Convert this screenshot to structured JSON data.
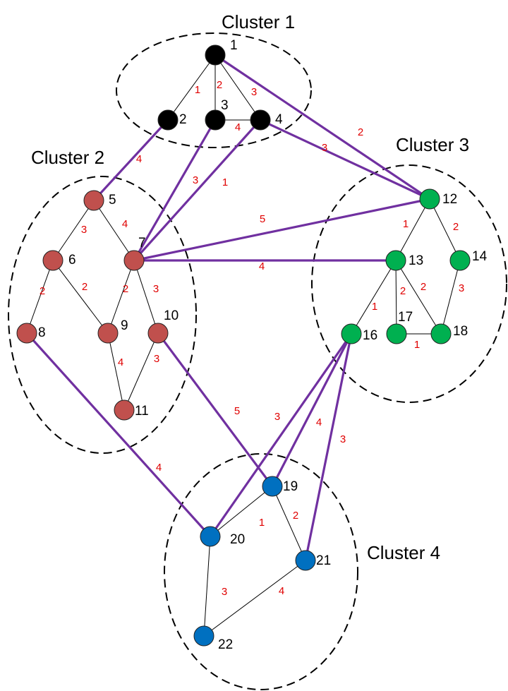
{
  "colors": {
    "cluster_1": "#000000",
    "cluster_2": "#C0504D",
    "cluster_3": "#00B050",
    "cluster_4": "#0070C0",
    "inter_cluster_edge": "#7030A0",
    "weight_label": "#E00000"
  },
  "clusters": [
    {
      "label": "Cluster 1",
      "color": "#000000"
    },
    {
      "label": "Cluster 2",
      "color": "#C0504D"
    },
    {
      "label": "Cluster 3",
      "color": "#00B050"
    },
    {
      "label": "Cluster 4",
      "color": "#0070C0"
    }
  ],
  "nodes": [
    {
      "label": "1",
      "cluster": 1
    },
    {
      "label": "2",
      "cluster": 1
    },
    {
      "label": "3",
      "cluster": 1
    },
    {
      "label": "4",
      "cluster": 1
    },
    {
      "label": "5",
      "cluster": 2
    },
    {
      "label": "6",
      "cluster": 2
    },
    {
      "label": "7",
      "cluster": 2
    },
    {
      "label": "8",
      "cluster": 2
    },
    {
      "label": "9",
      "cluster": 2
    },
    {
      "label": "10",
      "cluster": 2
    },
    {
      "label": "11",
      "cluster": 2
    },
    {
      "label": "12",
      "cluster": 3
    },
    {
      "label": "13",
      "cluster": 3
    },
    {
      "label": "14",
      "cluster": 3
    },
    {
      "label": "16",
      "cluster": 3
    },
    {
      "label": "17",
      "cluster": 3
    },
    {
      "label": "18",
      "cluster": 3
    },
    {
      "label": "19",
      "cluster": 4
    },
    {
      "label": "20",
      "cluster": 4
    },
    {
      "label": "21",
      "cluster": 4
    },
    {
      "label": "22",
      "cluster": 4
    }
  ],
  "edges": {
    "intra": [
      {
        "from": "1",
        "to": "2",
        "weight": "1"
      },
      {
        "from": "1",
        "to": "3",
        "weight": "2"
      },
      {
        "from": "1",
        "to": "4",
        "weight": "3"
      },
      {
        "from": "3",
        "to": "4",
        "weight": "4"
      },
      {
        "from": "5",
        "to": "6",
        "weight": "3"
      },
      {
        "from": "5",
        "to": "7",
        "weight": "4"
      },
      {
        "from": "6",
        "to": "8",
        "weight": "2"
      },
      {
        "from": "6",
        "to": "9",
        "weight": "2"
      },
      {
        "from": "7",
        "to": "9",
        "weight": "2"
      },
      {
        "from": "7",
        "to": "10",
        "weight": "3"
      },
      {
        "from": "9",
        "to": "11",
        "weight": "4"
      },
      {
        "from": "10",
        "to": "11",
        "weight": "3"
      },
      {
        "from": "12",
        "to": "13",
        "weight": "1"
      },
      {
        "from": "12",
        "to": "14",
        "weight": "2"
      },
      {
        "from": "13",
        "to": "16",
        "weight": "1"
      },
      {
        "from": "13",
        "to": "17",
        "weight": "2"
      },
      {
        "from": "13",
        "to": "18",
        "weight": "2"
      },
      {
        "from": "14",
        "to": "18",
        "weight": "3"
      },
      {
        "from": "17",
        "to": "18",
        "weight": "1"
      },
      {
        "from": "20",
        "to": "19",
        "weight": "1"
      },
      {
        "from": "19",
        "to": "21",
        "weight": "2"
      },
      {
        "from": "20",
        "to": "22",
        "weight": "3"
      },
      {
        "from": "22",
        "to": "21",
        "weight": "4"
      }
    ],
    "inter": [
      {
        "from": "1",
        "to": "12",
        "weight": "2"
      },
      {
        "from": "4",
        "to": "12",
        "weight": "3"
      },
      {
        "from": "2",
        "to": "5",
        "weight": "4"
      },
      {
        "from": "3",
        "to": "7",
        "weight": "3"
      },
      {
        "from": "4",
        "to": "7",
        "weight": "1"
      },
      {
        "from": "7",
        "to": "12",
        "weight": "5"
      },
      {
        "from": "7",
        "to": "13",
        "weight": "4"
      },
      {
        "from": "10",
        "to": "19",
        "weight": "5"
      },
      {
        "from": "8",
        "to": "20",
        "weight": "4"
      },
      {
        "from": "16",
        "to": "20",
        "weight": "3"
      },
      {
        "from": "16",
        "to": "19",
        "weight": "4"
      },
      {
        "from": "16",
        "to": "21",
        "weight": "3"
      }
    ]
  }
}
